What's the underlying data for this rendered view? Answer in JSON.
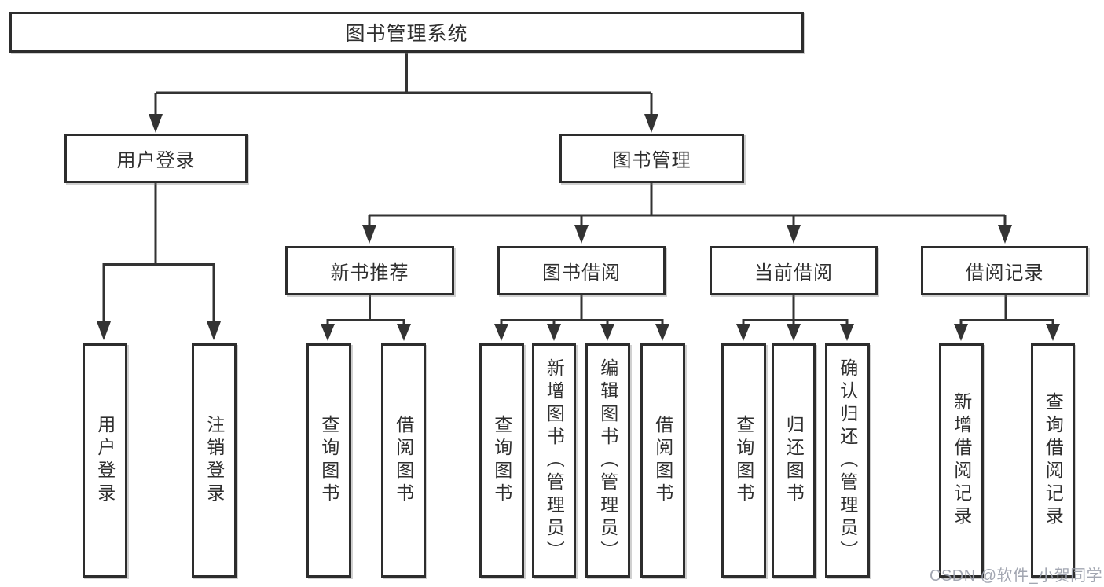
{
  "tree": {
    "label": "图书管理系统",
    "children": [
      {
        "label": "用户登录",
        "children": [
          {
            "label": "用户登录"
          },
          {
            "label": "注销登录"
          }
        ]
      },
      {
        "label": "图书管理",
        "children": [
          {
            "label": "新书推荐",
            "children": [
              {
                "label": "查询图书"
              },
              {
                "label": "借阅图书"
              }
            ]
          },
          {
            "label": "图书借阅",
            "children": [
              {
                "label": "查询图书"
              },
              {
                "label": "新增图书（管理员）"
              },
              {
                "label": "编辑图书（管理员）"
              },
              {
                "label": "借阅图书"
              }
            ]
          },
          {
            "label": "当前借阅",
            "children": [
              {
                "label": "查询图书"
              },
              {
                "label": "归还图书"
              },
              {
                "label": "确认归还（管理员）"
              }
            ]
          },
          {
            "label": "借阅记录",
            "children": [
              {
                "label": "新增借阅记录"
              },
              {
                "label": "查询借阅记录"
              }
            ]
          }
        ]
      }
    ]
  },
  "watermark": {
    "text": "CSDN @软件_小贺同学"
  },
  "colors": {
    "line": "#333333",
    "border": "#2d2d2d",
    "text": "#2f2f2f",
    "watermark": "#9a9eaa"
  }
}
